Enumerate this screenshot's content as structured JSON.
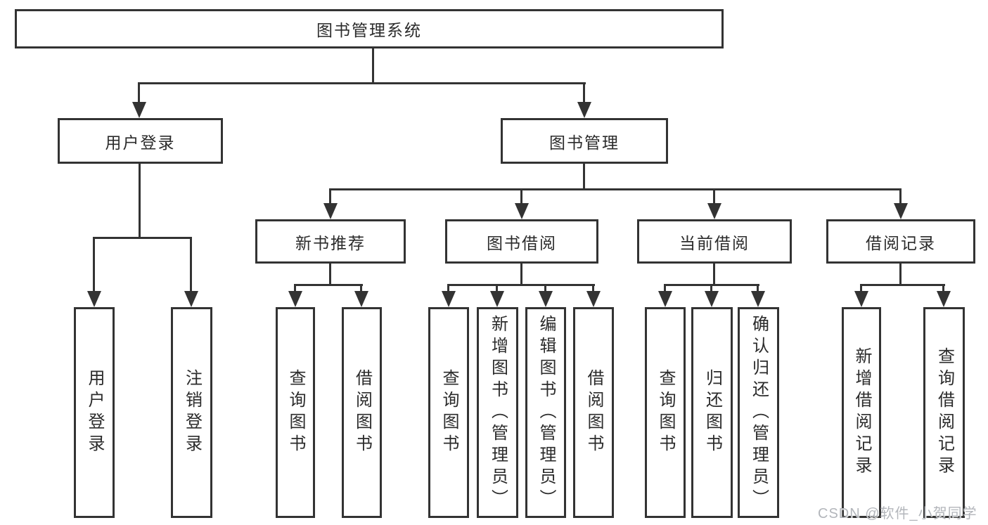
{
  "diagram_title": "图书管理系统",
  "nodes": {
    "root": "图书管理系统",
    "user_login": "用户登录",
    "book_mgmt": "图书管理",
    "new_book": "新书推荐",
    "book_borrow": "图书借阅",
    "current_borrow": "当前借阅",
    "borrow_record": "借阅记录",
    "ul_login": "用户登录",
    "ul_logout": "注销登录",
    "nb_query": "查询图书",
    "nb_borrow": "借阅图书",
    "bb_query": "查询图书",
    "bb_add": "新增图书（管理员）",
    "bb_edit": "编辑图书（管理员）",
    "bb_borrow": "借阅图书",
    "cb_query": "查询图书",
    "cb_return": "归还图书",
    "cb_confirm": "确认归还（管理员）",
    "br_add": "新增借阅记录",
    "br_query": "查询借阅记录"
  },
  "tree": {
    "label": "图书管理系统",
    "children": [
      {
        "label": "用户登录",
        "children": [
          {
            "label": "用户登录"
          },
          {
            "label": "注销登录"
          }
        ]
      },
      {
        "label": "图书管理",
        "children": [
          {
            "label": "新书推荐",
            "children": [
              {
                "label": "查询图书"
              },
              {
                "label": "借阅图书"
              }
            ]
          },
          {
            "label": "图书借阅",
            "children": [
              {
                "label": "查询图书"
              },
              {
                "label": "新增图书（管理员）"
              },
              {
                "label": "编辑图书（管理员）"
              },
              {
                "label": "借阅图书"
              }
            ]
          },
          {
            "label": "当前借阅",
            "children": [
              {
                "label": "查询图书"
              },
              {
                "label": "归还图书"
              },
              {
                "label": "确认归还（管理员）"
              }
            ]
          },
          {
            "label": "借阅记录",
            "children": [
              {
                "label": "新增借阅记录"
              },
              {
                "label": "查询借阅记录"
              }
            ]
          }
        ]
      }
    ]
  },
  "watermark": "CSDN @软件_小贺同学",
  "colors": {
    "line": "#333333",
    "text": "#2b2b2b",
    "background": "#ffffff",
    "watermark": "#b3b6bb"
  }
}
